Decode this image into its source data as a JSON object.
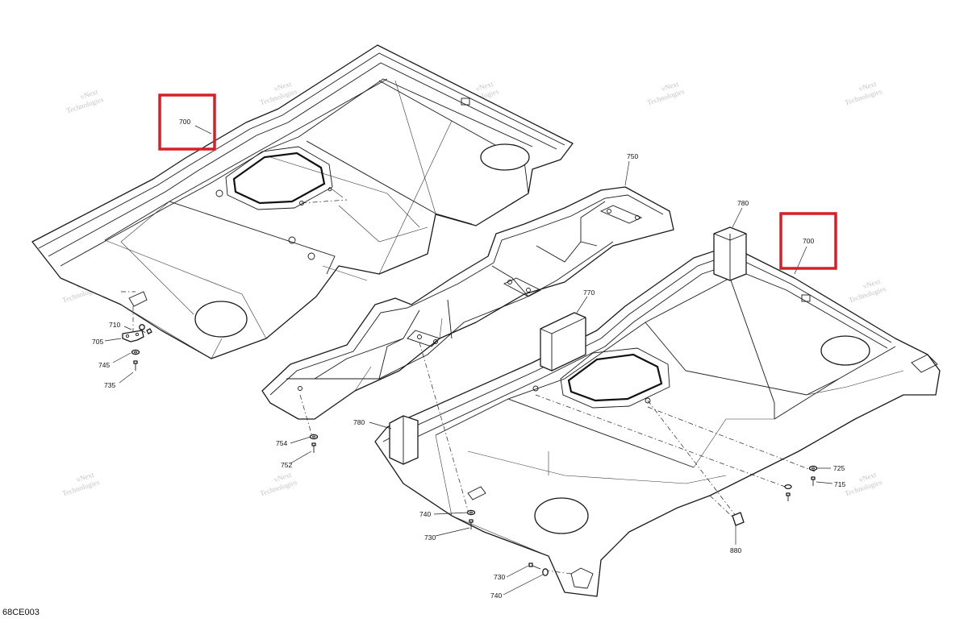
{
  "figure": {
    "code": "68CE003"
  },
  "watermark": {
    "text": "vNext Technologies",
    "text_split": [
      "vNext",
      "Technologies"
    ]
  },
  "highlight_color": "#d62027",
  "highlighted_parts": [
    "700",
    "700"
  ],
  "parts": {
    "p700": "700",
    "p705": "705",
    "p710": "710",
    "p715": "715",
    "p725": "725",
    "p730": "730",
    "p735": "735",
    "p740": "740",
    "p745": "745",
    "p750": "750",
    "p752": "752",
    "p754": "754",
    "p770": "770",
    "p780": "780",
    "p880": "880"
  }
}
